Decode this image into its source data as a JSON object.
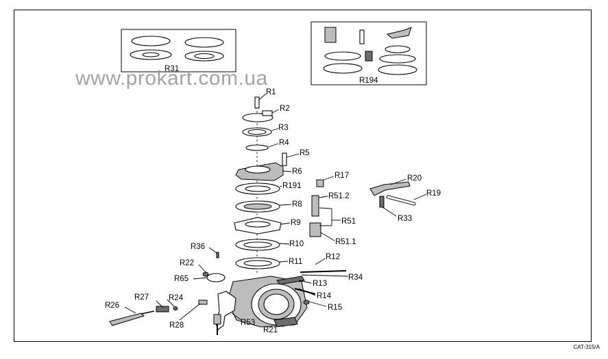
{
  "watermark": "www.prokart.com.ua",
  "catalog_code": "CAT-315/A",
  "kits": {
    "r31": "R31",
    "r194": "R194"
  },
  "labels": {
    "r1": "R1",
    "r2": "R2",
    "r3": "R3",
    "r4": "R4",
    "r5": "R5",
    "r6": "R6",
    "r191": "R191",
    "r8": "R8",
    "r9": "R9",
    "r10": "R10",
    "r11": "R11",
    "r17": "R17",
    "r51_2": "R51.2",
    "r51": "R51",
    "r51_1": "R51.1",
    "r20": "R20",
    "r19": "R19",
    "r33": "R33",
    "r36": "R36",
    "r22": "R22",
    "r65": "R65",
    "r12": "R12",
    "r34": "R34",
    "r13": "R13",
    "r14": "R14",
    "r15": "R15",
    "r27": "R27",
    "r24": "R24",
    "r26": "R26",
    "r28": "R28",
    "r53": "R53",
    "r21": "R21"
  }
}
